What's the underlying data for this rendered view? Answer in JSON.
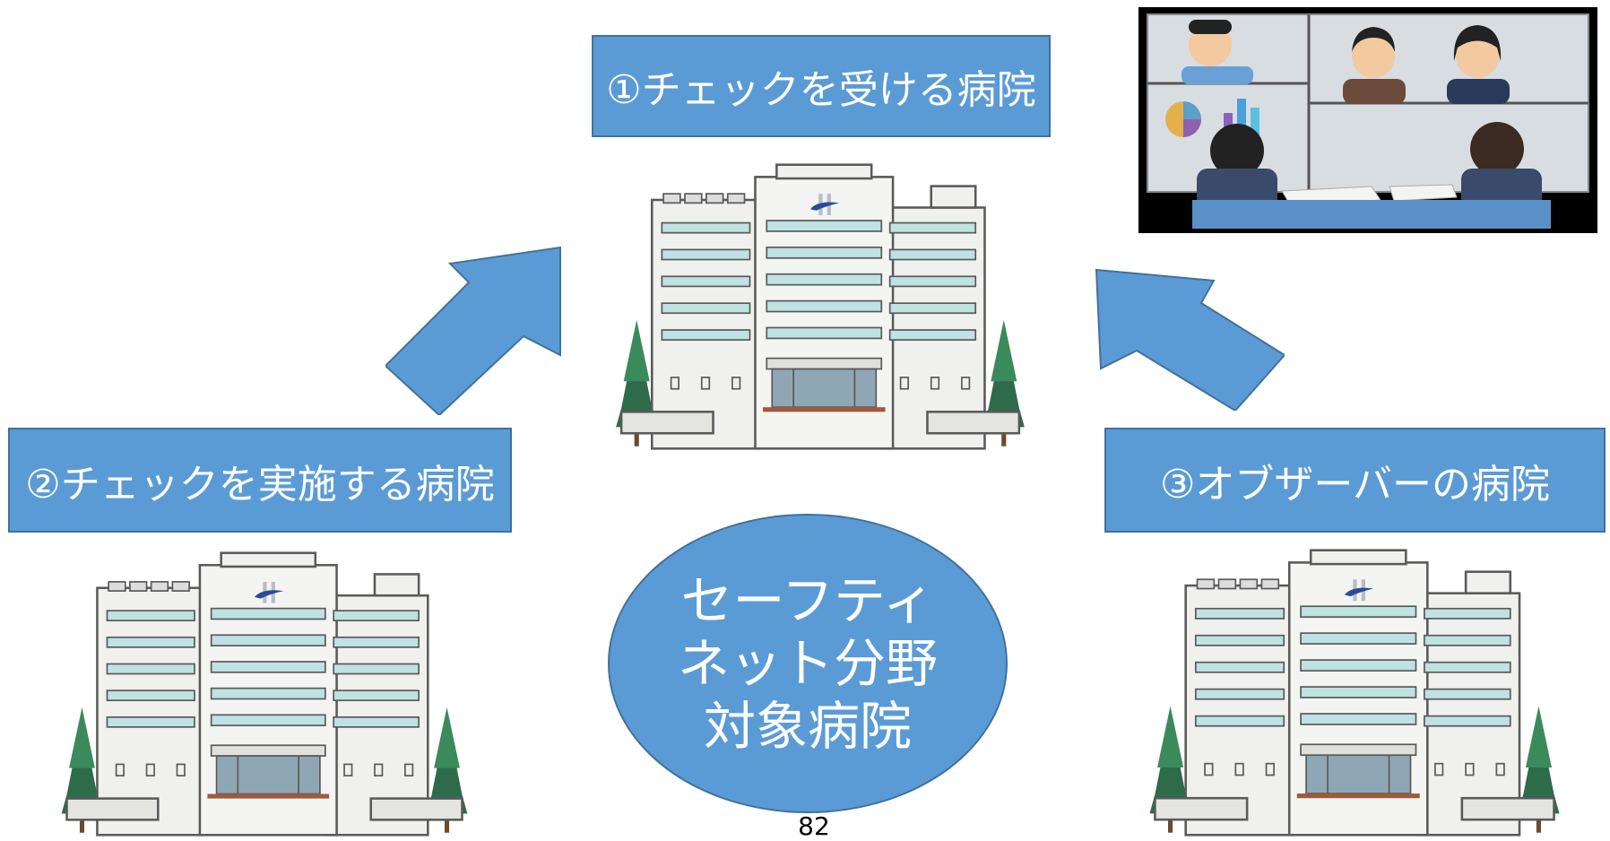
{
  "labels": {
    "box1": "①チェックを受ける病院",
    "box2": "②チェックを実施する病院",
    "box3": "③オブザーバーの病院"
  },
  "center": {
    "lines": [
      "セーフティ",
      "ネット分野",
      "対象病院"
    ]
  },
  "page_number": "82",
  "colors": {
    "box_fill": "#5b9bd5",
    "box_border": "#41719c",
    "arrow_fill": "#5b9bd5"
  },
  "icons": {
    "building": "hospital-building-icon",
    "meeting": "video-meeting-illustration"
  }
}
